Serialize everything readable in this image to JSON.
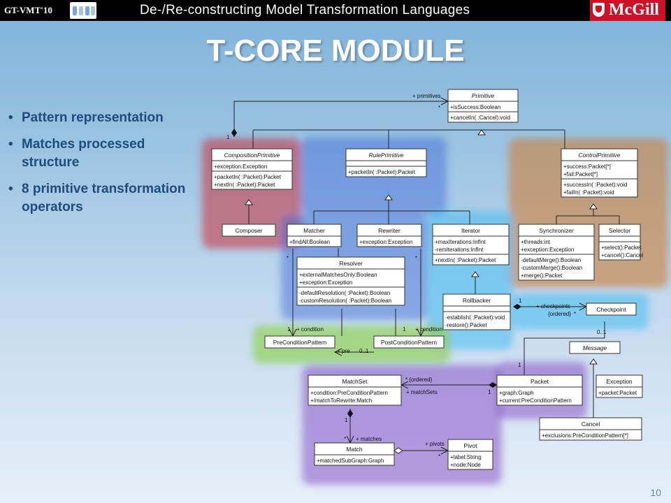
{
  "header": {
    "conference": "GT-VMT'10",
    "banner": "De-/Re-constructing Model Transformation Languages",
    "institution": "McGill"
  },
  "slide": {
    "title": "T-CORE MODULE",
    "bullets": [
      "Pattern representation",
      "Matches processed structure",
      "8 primitive transformation operators"
    ],
    "page_number": "10"
  },
  "diagram": {
    "classes": {
      "primitive": {
        "name": "Primitive",
        "attributes": [
          "+isSuccess:Boolean"
        ],
        "operations": [
          "+cancelIn( :Cancel):void"
        ]
      },
      "composition_primitive": {
        "name": "CompositionPrimitive",
        "attributes": [
          "+exception:Exception"
        ],
        "operations": [
          "+packetIn( :Packet):Packet",
          "+nextIn( :Packet):Packet"
        ]
      },
      "rule_primitive": {
        "name": "RulePrimitive",
        "attributes": [],
        "operations": [
          "+packetIn( :Packet):Packet"
        ]
      },
      "control_primitive": {
        "name": "ControlPrimitive",
        "attributes": [
          "+success:Packet[*]",
          "+fail:Packet[*]"
        ],
        "operations": [
          "+successIn( :Packet):void",
          "+failIn( :Packet):void"
        ]
      },
      "composer": {
        "name": "Composer"
      },
      "matcher": {
        "name": "Matcher",
        "attributes": [
          "+findAll:Boolean"
        ]
      },
      "rewriter": {
        "name": "Rewriter",
        "attributes": [
          "+exception:Exception"
        ]
      },
      "iterator": {
        "name": "Iterator",
        "attributes": [
          "+maxIterations:InfInt",
          "-remIterations:InfInt"
        ],
        "operations": [
          "+nextIn( :Packet):Packet"
        ]
      },
      "synchronizer": {
        "name": "Synchronizer",
        "attributes": [
          "+threads:int",
          "+exception:Exception"
        ],
        "operations": [
          "-defaultMerge():Boolean",
          "-customMerge():Boolean",
          "+merge():Packet"
        ]
      },
      "selector": {
        "name": "Selector",
        "attributes": [],
        "operations": [
          "+select():Packet",
          "+cancel():Cancel"
        ]
      },
      "resolver": {
        "name": "Resolver",
        "attributes": [
          "+externalMatchesOnly:Boolean",
          "+exception:Exception"
        ],
        "operations": [
          "-defaultResolution( :Packet):Boolean",
          "-customResolution( :Packet):Boolean"
        ]
      },
      "rollbacker": {
        "name": "Rollbacker",
        "attributes": [],
        "operations": [
          "-establish( :Packet):void",
          "-restore():Packet"
        ]
      },
      "checkpoint": {
        "name": "Checkpoint"
      },
      "precondition_pattern": {
        "name": "PreConditionPattern"
      },
      "postcondition_pattern": {
        "name": "PostConditionPattern"
      },
      "message": {
        "name": "Message"
      },
      "matchset": {
        "name": "MatchSet",
        "attributes": [
          "+condition:PreConditionPattern",
          "+/matchToRewrite:Match"
        ]
      },
      "packet": {
        "name": "Packet",
        "attributes": [
          "+graph:Graph",
          "+current:PreConditionPattern"
        ]
      },
      "exception": {
        "name": "Exception",
        "attributes": [
          "+packet:Packet"
        ]
      },
      "cancel": {
        "name": "Cancel",
        "attributes": [
          "+exclusions:PreConditionPattern[*]"
        ]
      },
      "match": {
        "name": "Match",
        "attributes": [
          "+matchedSubGraph:Graph"
        ]
      },
      "pivot": {
        "name": "Pivot",
        "attributes": [
          "+label:String",
          "+node:Node"
        ]
      }
    },
    "labels": {
      "primitives_role": "+ primitives",
      "primitives_mult_many": "*",
      "primitives_mult_one": "1",
      "matcher_mult": "*",
      "rewriter_mult": "*",
      "condition_mult": "1",
      "condition_role": "+ condition",
      "post_mult": "1",
      "post_condition_role": "+ condition",
      "pre_role": "+ pre",
      "pre_mult": "0..1",
      "checkpoints_mult_one": "1",
      "checkpoints_role": "+ checkpoints",
      "checkpoints_ordered": "{ordered}",
      "checkpoints_mult_many": "*",
      "checkpoint_packet_mult": "0..1",
      "rollbacker_packet_mult": "1",
      "matchsets_ordered": "* {ordered}",
      "matchsets_role": "+ matchSets",
      "matchsets_mult_one": "1",
      "matches_mult_one": "1",
      "matches_mult_many": "*",
      "matches_role": "+ matches",
      "pivots_role": "+ pivots",
      "pivots_mult": "*"
    }
  }
}
